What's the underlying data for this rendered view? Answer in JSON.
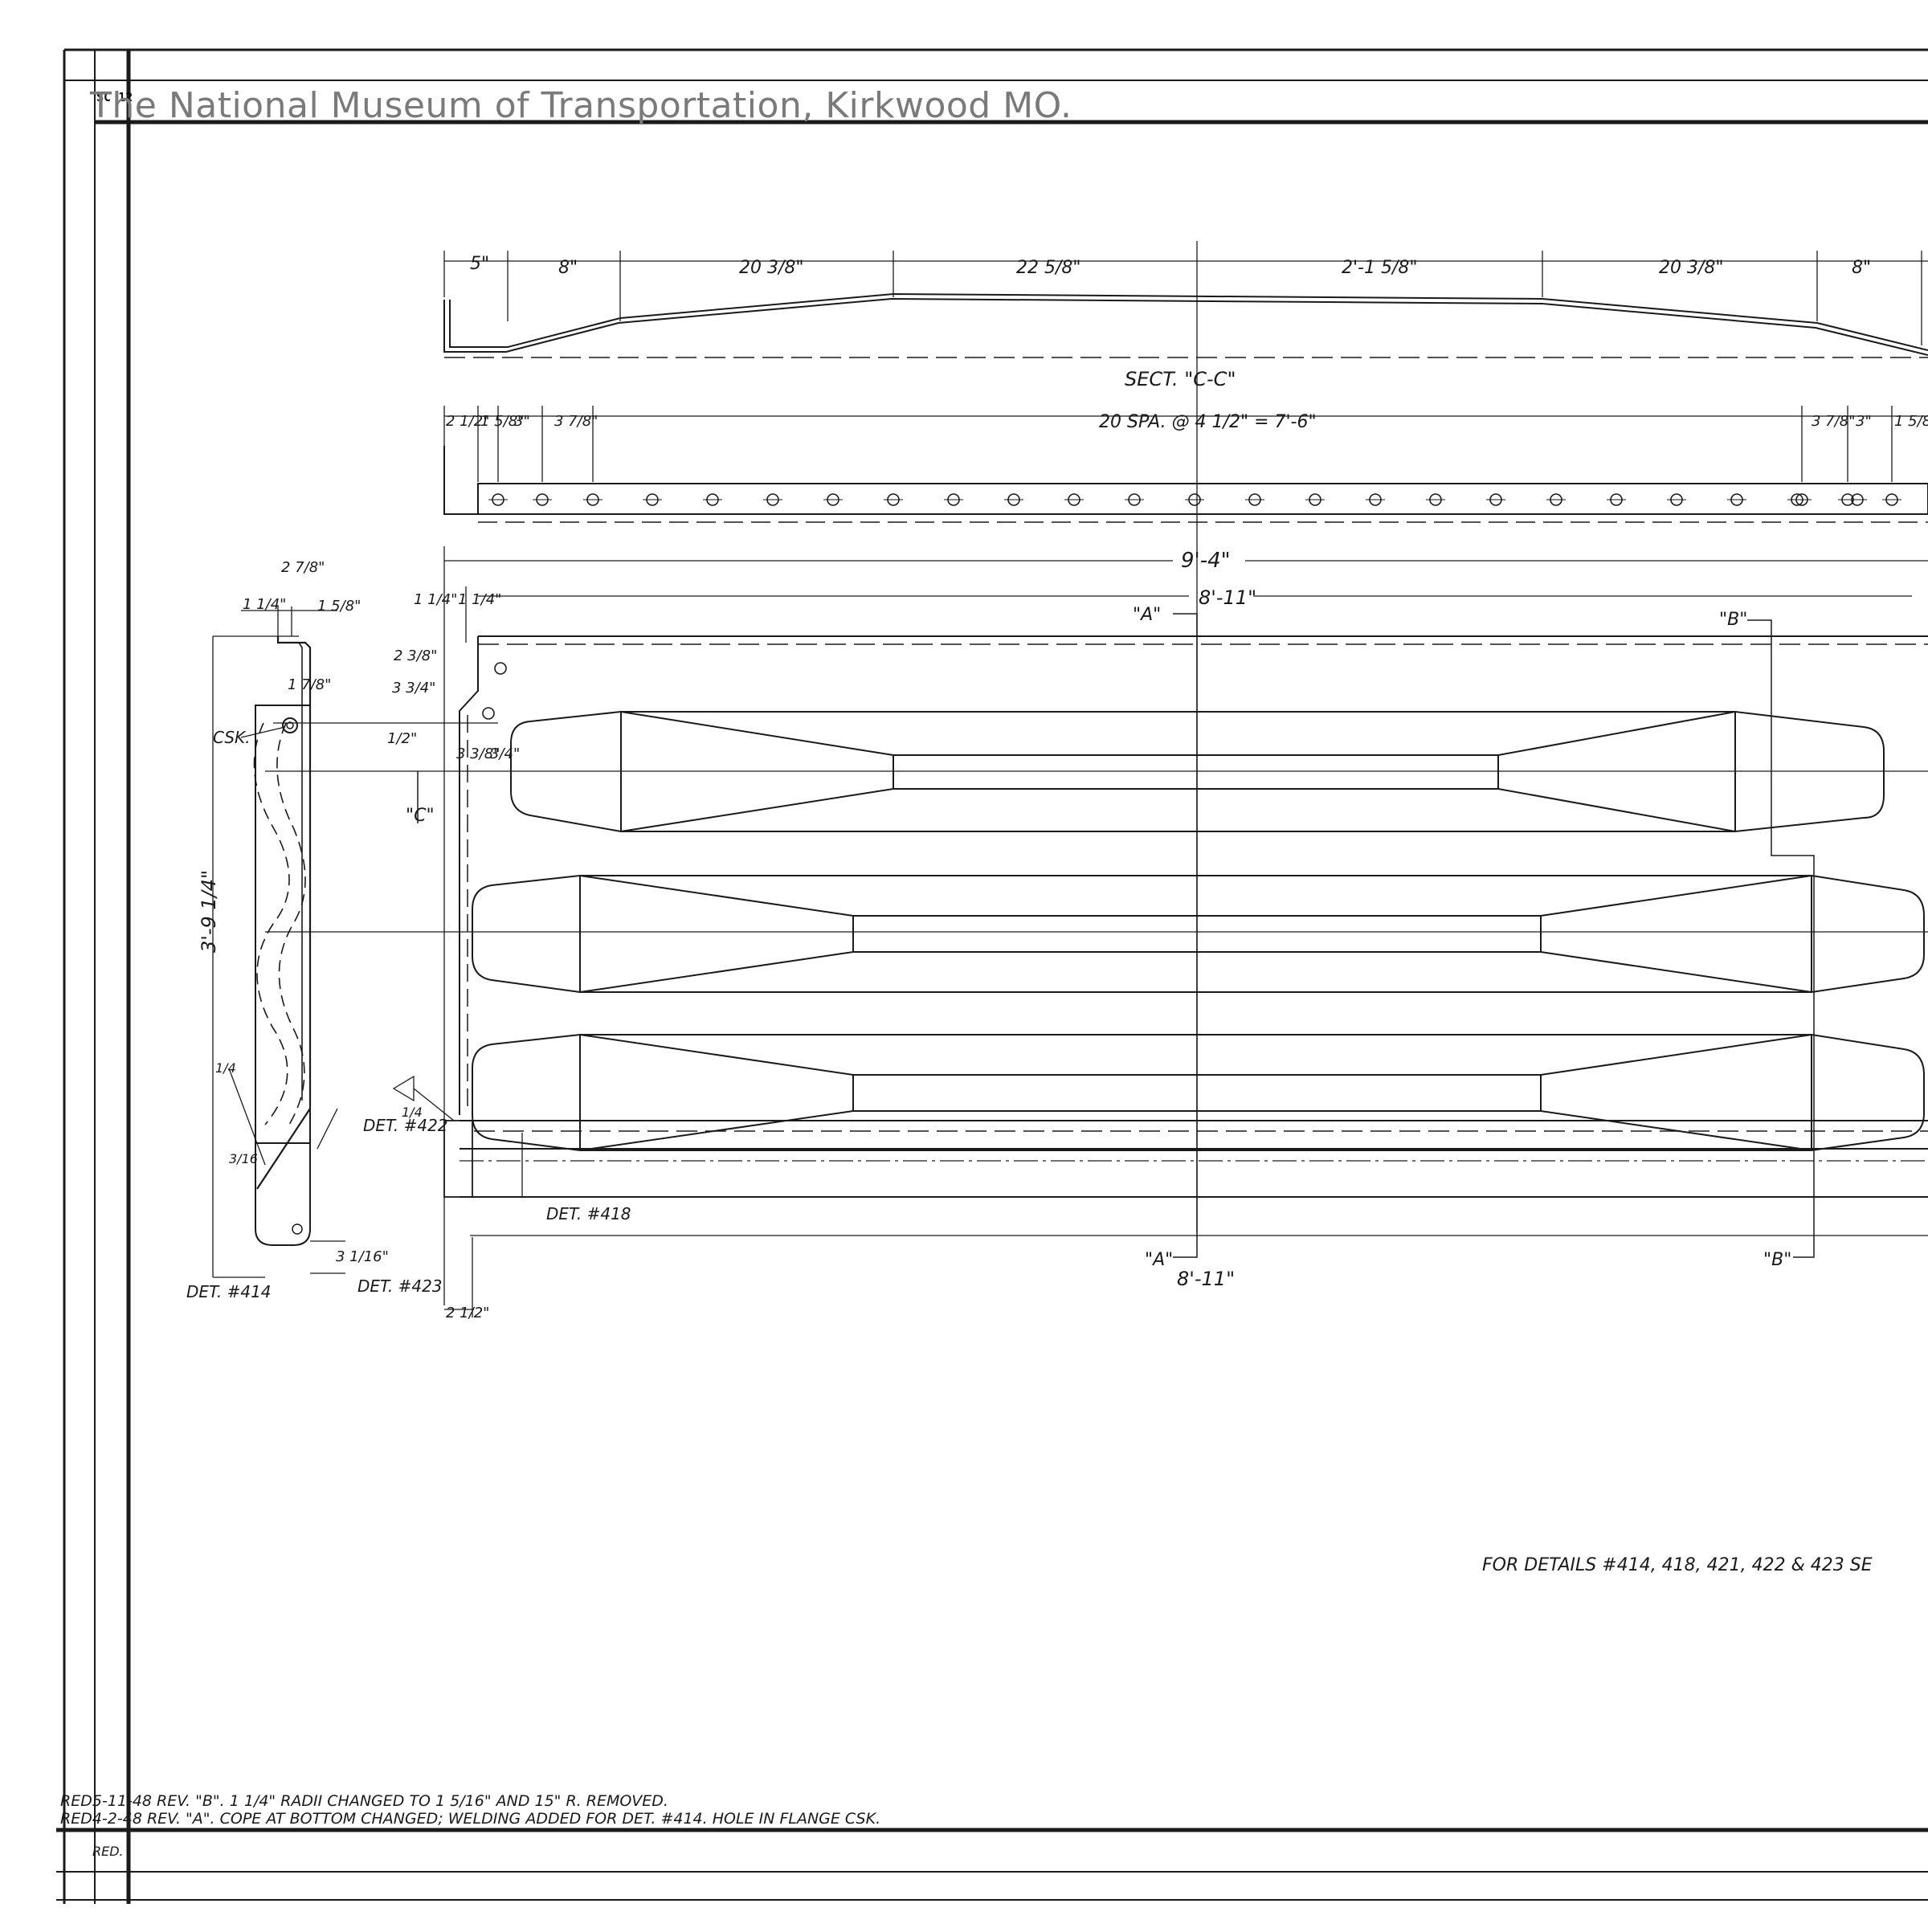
{
  "watermark": "The National Museum of Transportation, Kirkwood MO.",
  "sheet_code": "SC 12",
  "dims_top": [
    "5\"",
    "8\"",
    "20 3/8\"",
    "22 5/8\"",
    "2'-1 5/8\"",
    "20 3/8\"",
    "8\""
  ],
  "section_cc": "SECT. \"C-C\"",
  "dims_holes": [
    "2 1/2\"",
    "1 5/8\"",
    "3\"",
    "3 7/8\"",
    "20 SPA. @ 4 1/2\" = 7'-6\"",
    "3 7/8\"",
    "3\"",
    "1 5/8\""
  ],
  "dim_overall": "9'-4\"",
  "dim_inner_top": "8'-11\"",
  "dim_inner_bottom": "8'-11\"",
  "label_a_top": "\"A\"",
  "label_b_top": "\"B\"",
  "label_a_bottom": "\"A\"",
  "label_b_bottom": "\"B\"",
  "label_c": "\"C\"",
  "dim_1_1_4_a": "1 1/4\"",
  "dim_1_1_4_b": "1 1/4\"",
  "dim_1_1_4_c": "1 1/4\"",
  "dim_2_7_8": "2 7/8\"",
  "dim_1_5_8": "1 5/8\"",
  "dim_1_7_8": "1 7/8\"",
  "dim_2_3_8": "2 3/8\"",
  "dim_3_3_4": "3 3/4\"",
  "dim_1_2": "1/2\"",
  "dim_3_3_8": "3 3/8\"",
  "dim_3_4": "3/4\"",
  "dim_3_9_1_4": "3'-9 1/4\"",
  "dim_3_1_16": "3 1/16\"",
  "dim_2_1_2_b": "2 1/2\"",
  "dim_1_4_left": "1/4",
  "dim_1_4_weld": "1/4",
  "dim_3_16": "3/16",
  "csk": "CSK.",
  "det_414": "DET. #414",
  "det_422": "DET. #422",
  "det_423": "DET. #423",
  "det_418": "DET. #418",
  "note_details": "FOR DETAILS #414, 418, 421, 422 & 423 SE",
  "rev_b": "RED5-11-48 REV. \"B\". 1 1/4\" RADII CHANGED TO 1 5/16\" AND 15\" R. REMOVED.",
  "rev_a": "RED4-2-48 REV. \"A\". COPE AT BOTTOM CHANGED; WELDING ADDED FOR DET. #414. HOLE IN FLANGE CSK.",
  "red_label": "RED."
}
